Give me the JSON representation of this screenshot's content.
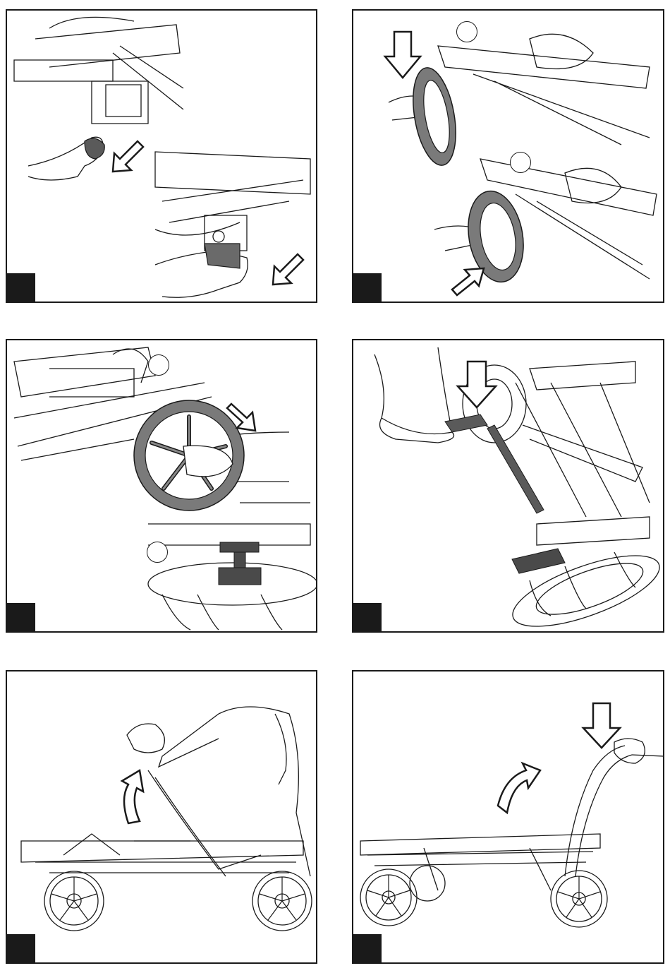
{
  "page": {
    "title": ""
  },
  "panels": [
    {
      "id": "p1",
      "step": "",
      "callouts": []
    },
    {
      "id": "p2",
      "step": "",
      "callouts": [
        "",
        ""
      ]
    },
    {
      "id": "p3",
      "step": "",
      "callouts": [
        "",
        ""
      ]
    },
    {
      "id": "p4",
      "step": "",
      "callouts": []
    },
    {
      "id": "p5",
      "step": "",
      "callouts": []
    },
    {
      "id": "p6",
      "step": "",
      "callouts": []
    }
  ],
  "colors": {
    "ink": "#1a1a1a",
    "tire": "#7a7a7a",
    "arrow_fill": "#ffffff"
  }
}
